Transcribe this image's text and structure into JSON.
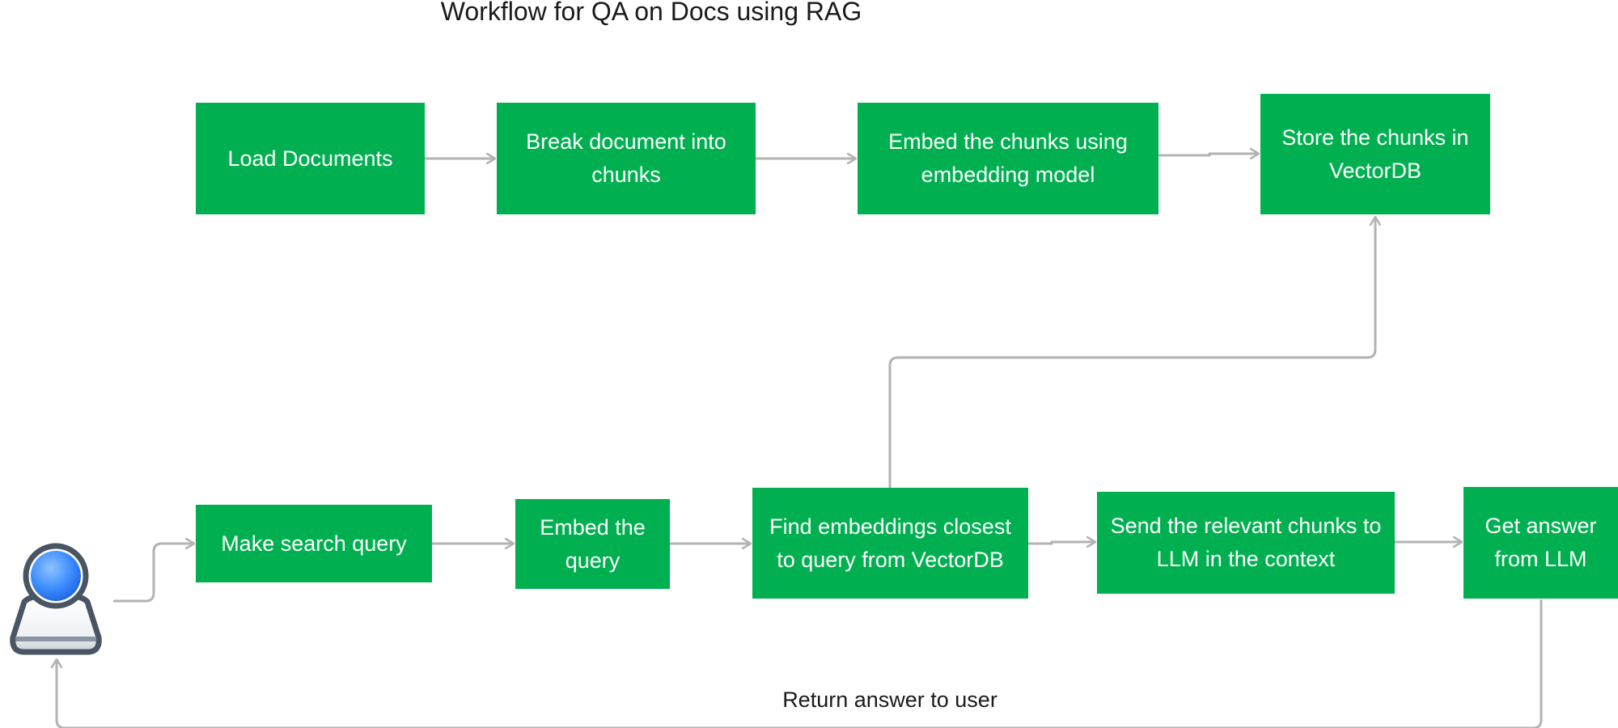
{
  "title": "Workflow for QA on Docs using RAG",
  "colors": {
    "node_fill": "#00b050",
    "node_text": "#ffffff",
    "connector": "#b3b3b3",
    "user_head": "#2f80ff",
    "user_outline": "#4a5563"
  },
  "nodes": {
    "load_documents": "Load Documents",
    "break_document": "Break document into chunks",
    "embed_chunks": "Embed the chunks using embedding model",
    "store_chunks": "Store the chunks in VectorDB",
    "make_search_query": "Make search query",
    "embed_query": "Embed the query",
    "find_embeddings": "Find embeddings closest to query from VectorDB",
    "send_chunks": "Send the relevant chunks to LLM in the context",
    "get_answer": "Get answer from LLM"
  },
  "edge_labels": {
    "return_answer": "Return answer to user"
  },
  "icons": {
    "user": "user-icon"
  }
}
